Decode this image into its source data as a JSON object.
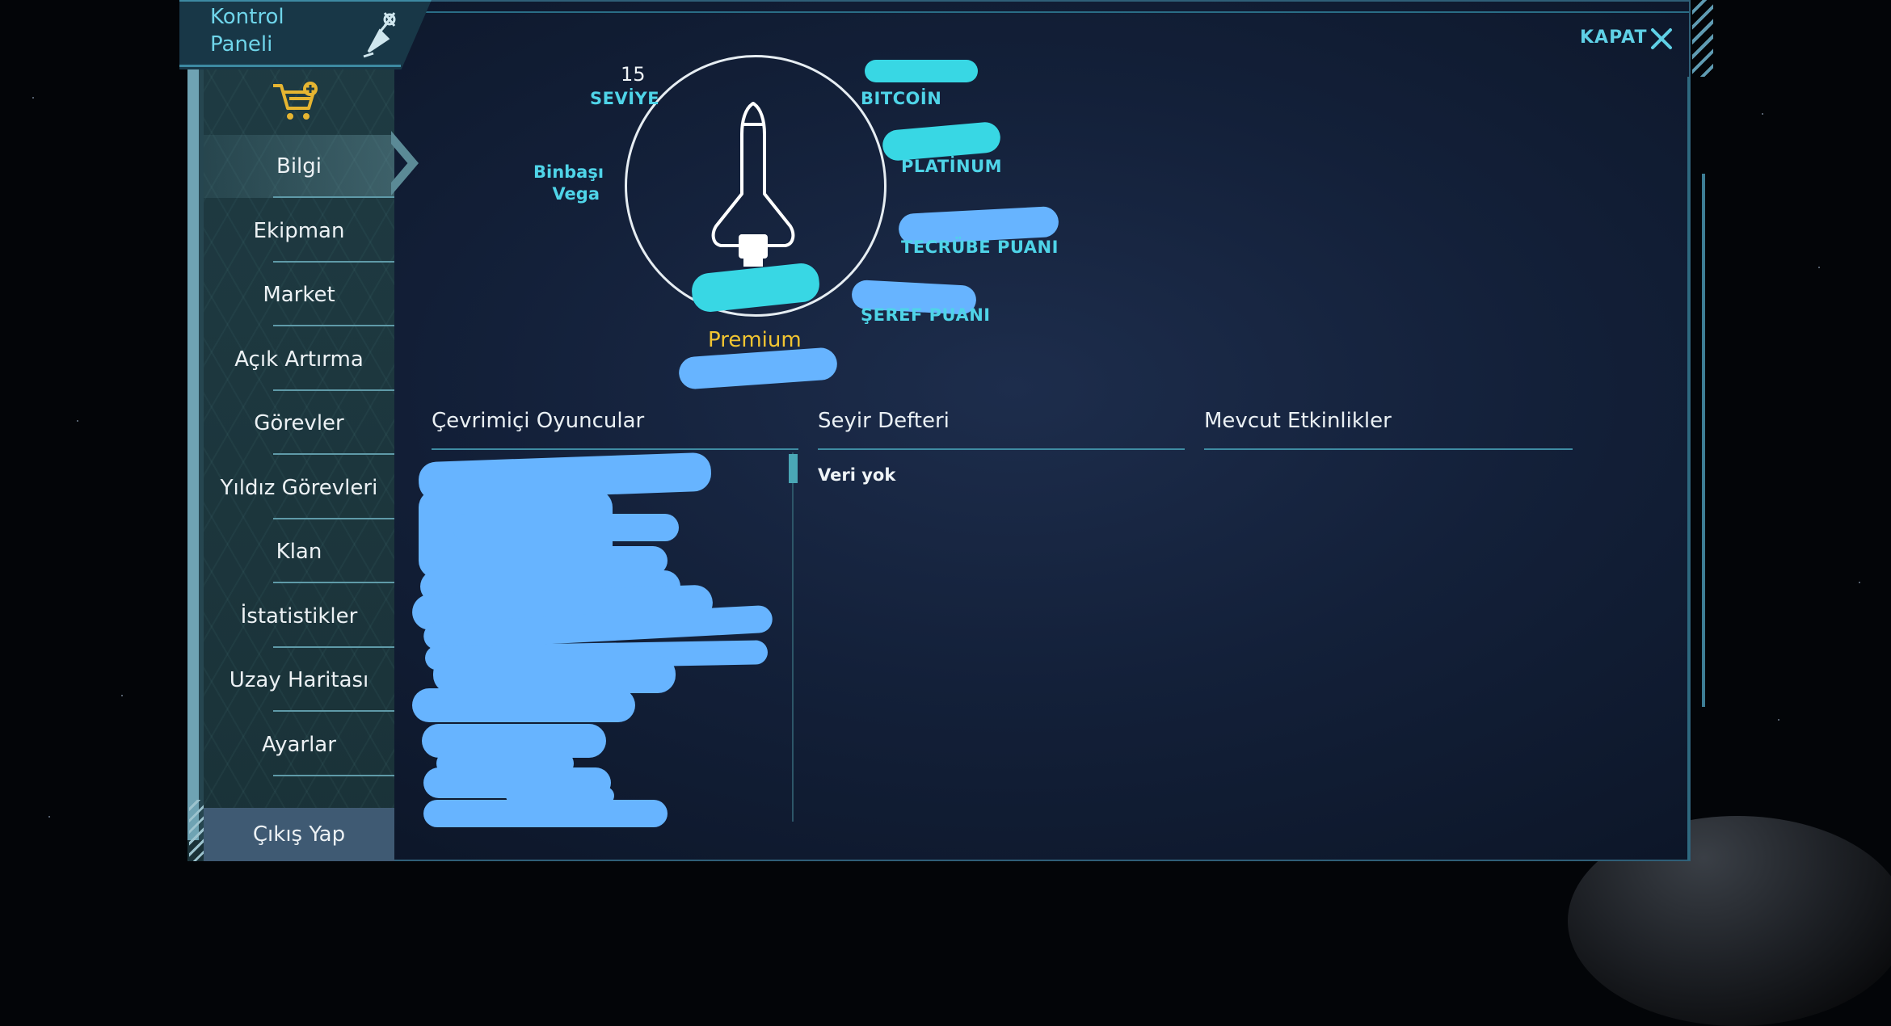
{
  "header": {
    "title": "Kontrol\nPaneli"
  },
  "sidebar": {
    "items": [
      {
        "label": "Bilgi"
      },
      {
        "label": "Ekipman"
      },
      {
        "label": "Market"
      },
      {
        "label": "Açık Artırma"
      },
      {
        "label": "Görevler"
      },
      {
        "label": "Yıldız Görevleri"
      },
      {
        "label": "Klan"
      },
      {
        "label": "İstatistikler"
      },
      {
        "label": "Uzay Haritası"
      },
      {
        "label": "Ayarlar"
      }
    ],
    "logout": "Çıkış Yap"
  },
  "close_label": "KAPAT",
  "profile": {
    "level_value": "15",
    "level_label": "SEVİYE",
    "rank_name": "Binbaşı\nVega",
    "bitcoin_label": "BITCOİN",
    "platinum_label": "PLATİNUM",
    "xp_label": "TECRÜBE PUANI",
    "honor_label": "ŞEREF PUANI",
    "membership": "Premium"
  },
  "columns": {
    "online_players": "Çevrimiçi Oyuncular",
    "logbook": "Seyir Defteri",
    "events": "Mevcut Etkinlikler",
    "logbook_empty": "Veri yok"
  },
  "colors": {
    "accent": "#4fd4e8",
    "premium": "#f2c531",
    "redaction_cyan": "#38d7e4",
    "redaction_blue": "#67b4ff"
  },
  "icons": [
    "rocket-satellite-icon",
    "cart-plus-icon",
    "close-icon",
    "space-shuttle-icon"
  ]
}
